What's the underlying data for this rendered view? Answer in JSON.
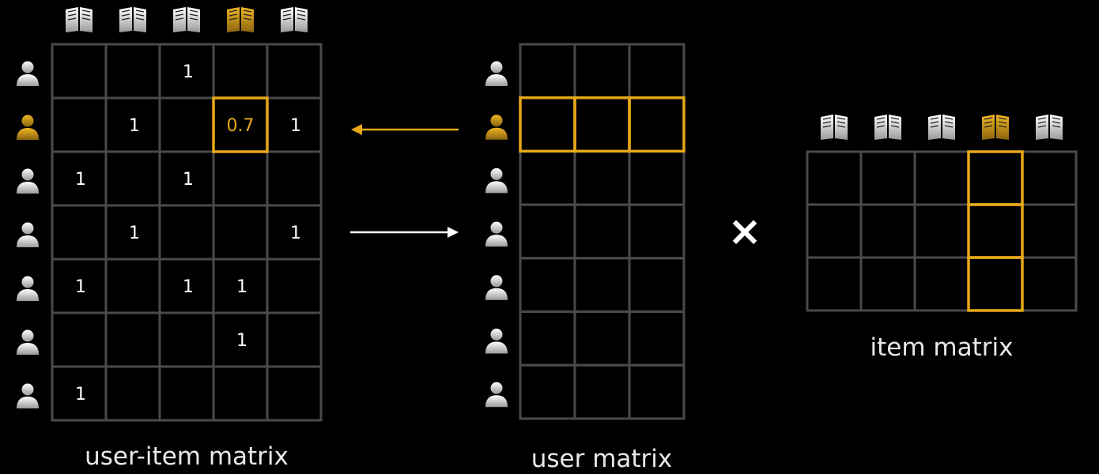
{
  "colors": {
    "background": "#000000",
    "grid": "#4a4a4a",
    "highlight": "#e6a817",
    "icon": "#e8e8e8",
    "text": "#ffffff"
  },
  "icons": {
    "user": "user-icon",
    "book": "book-icon",
    "multiply": "multiply-icon"
  },
  "user_item_matrix": {
    "label": "user-item matrix",
    "rows": 7,
    "cols": 5,
    "highlight_user_row": 1,
    "highlight_item_col": 3,
    "highlight_cell": [
      1,
      3
    ],
    "cells": [
      [
        "",
        "",
        "1",
        "",
        ""
      ],
      [
        "",
        "1",
        "",
        "0.7",
        "1"
      ],
      [
        "1",
        "",
        "1",
        "",
        ""
      ],
      [
        "",
        "1",
        "",
        "",
        "1"
      ],
      [
        "1",
        "",
        "1",
        "1",
        ""
      ],
      [
        "",
        "",
        "",
        "1",
        ""
      ],
      [
        "1",
        "",
        "",
        "",
        ""
      ]
    ]
  },
  "user_matrix": {
    "label": "user matrix",
    "rows": 7,
    "cols": 3,
    "highlight_row": 1
  },
  "item_matrix": {
    "label": "item matrix",
    "rows": 3,
    "cols": 5,
    "highlight_col": 3
  },
  "arrows": [
    {
      "direction": "left",
      "highlighted": true
    },
    {
      "direction": "right",
      "highlighted": false
    }
  ],
  "operator": "×"
}
